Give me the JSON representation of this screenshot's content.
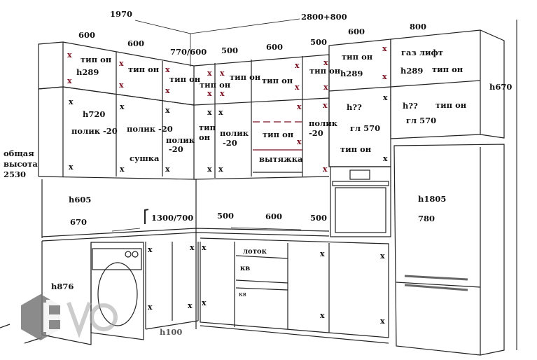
{
  "dimensions": {
    "total_width_left": "1970",
    "total_width_right": "2800+800",
    "upper_widths": [
      "600",
      "600",
      "770/600",
      "500",
      "600",
      "500",
      "600",
      "800"
    ],
    "lower_widths": [
      "1300/700",
      "500",
      "600",
      "500"
    ],
    "total_height": [
      "общая",
      "высота",
      "2530"
    ],
    "upper_height": "h289",
    "wall_height": "h720",
    "right_upper_height": "h670",
    "backsplash_height": "h605",
    "backsplash_width": "670",
    "fridge_height": "h1805",
    "fridge_width": "780",
    "base_height": "h876",
    "plinth_height": "h100",
    "unknown_height": "h??",
    "depth": "гл 570"
  },
  "notes": {
    "push_open": "тип он",
    "push_open_split": [
      "тип",
      "он"
    ],
    "shelf": "полик -20",
    "shelf_split": [
      "полик",
      "-20"
    ],
    "dryer": "сушка",
    "hood": "вытяжка",
    "gas_lift": "газ лифт",
    "tray": "лоток",
    "drawer": "кв"
  },
  "x_mark": "x",
  "watermark": "EVO",
  "colors": {
    "line": "#222222",
    "accent_x": "#7a1020",
    "watermark": "#777777"
  }
}
